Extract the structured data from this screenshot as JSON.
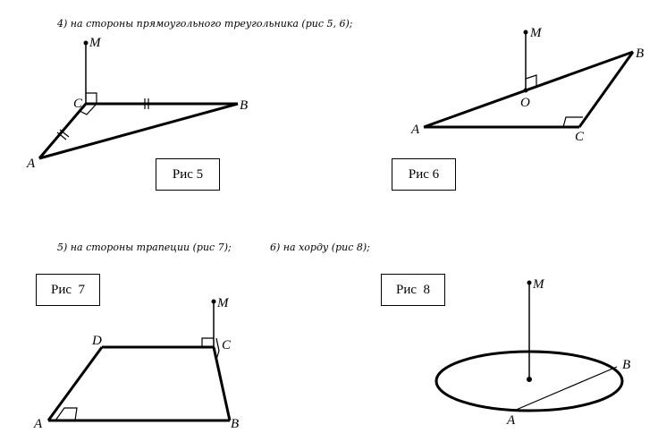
{
  "captions": {
    "item4": "4) на стороны прямоугольного треугольника (рис 5, 6);",
    "item5": "5) на стороны трапеции (рис 7);",
    "item6": "6) на хорду (рис 8);"
  },
  "figures": {
    "fig5": {
      "label": "Рис 5",
      "points": {
        "M": "M",
        "C": "C",
        "B": "B",
        "A": "A"
      }
    },
    "fig6": {
      "label": "Рис 6",
      "points": {
        "M": "M",
        "B": "B",
        "O": "O",
        "A": "A",
        "C": "C"
      }
    },
    "fig7": {
      "label": "Рис  7",
      "points": {
        "M": "M",
        "D": "D",
        "C": "C",
        "A": "A",
        "B": "B"
      }
    },
    "fig8": {
      "label": "Рис  8",
      "points": {
        "M": "M",
        "B": "B",
        "A": "A"
      }
    }
  }
}
